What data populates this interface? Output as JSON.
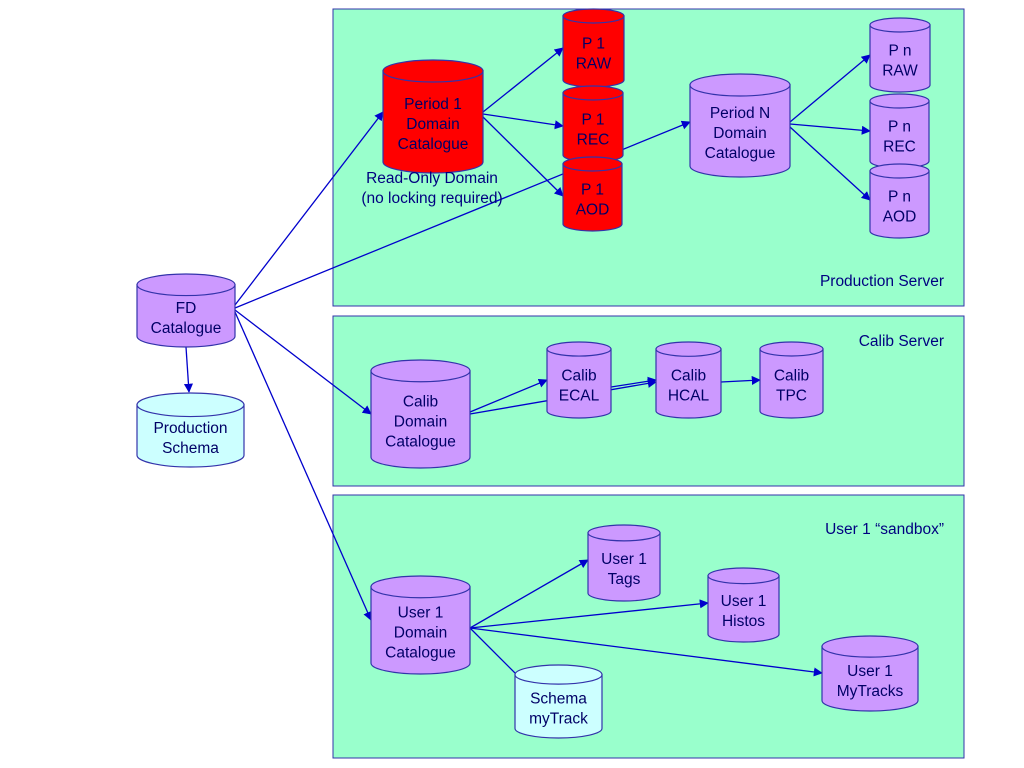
{
  "colors": {
    "panel_fill": "#99FFCC",
    "panel_border": "#3333AA",
    "purple_fill": "#CC99FF",
    "red_fill": "#FF0000",
    "cyan_fill": "#CCFFFF",
    "stroke": "#3333AA",
    "arrow": "#0000CC",
    "text": "#000066"
  },
  "panels": [
    {
      "id": "production",
      "title": "Production Server"
    },
    {
      "id": "calib",
      "title": "Calib Server"
    },
    {
      "id": "user",
      "title": "User 1 “sandbox”"
    }
  ],
  "nodes": [
    {
      "id": "fd",
      "lines": [
        "FD",
        "Catalogue"
      ],
      "color": "purple"
    },
    {
      "id": "prod_schema",
      "lines": [
        "Production",
        "Schema"
      ],
      "color": "cyan"
    },
    {
      "id": "period1",
      "lines": [
        "Period 1",
        "Domain",
        "Catalogue"
      ],
      "color": "red"
    },
    {
      "id": "p1raw",
      "lines": [
        "P 1",
        "RAW"
      ],
      "color": "red"
    },
    {
      "id": "p1rec",
      "lines": [
        "P 1",
        "REC"
      ],
      "color": "red"
    },
    {
      "id": "p1aod",
      "lines": [
        "P 1",
        "AOD"
      ],
      "color": "red"
    },
    {
      "id": "periodn",
      "lines": [
        "Period N",
        "Domain",
        "Catalogue"
      ],
      "color": "purple"
    },
    {
      "id": "pnraw",
      "lines": [
        "P n",
        "RAW"
      ],
      "color": "purple"
    },
    {
      "id": "pnrec",
      "lines": [
        "P n",
        "REC"
      ],
      "color": "purple"
    },
    {
      "id": "pnaod",
      "lines": [
        "P n",
        "AOD"
      ],
      "color": "purple"
    },
    {
      "id": "calibdom",
      "lines": [
        "Calib",
        "Domain",
        "Catalogue"
      ],
      "color": "purple"
    },
    {
      "id": "ecal",
      "lines": [
        "Calib",
        "ECAL"
      ],
      "color": "purple"
    },
    {
      "id": "hcal",
      "lines": [
        "Calib",
        "HCAL"
      ],
      "color": "purple"
    },
    {
      "id": "tpc",
      "lines": [
        "Calib",
        "TPC"
      ],
      "color": "purple"
    },
    {
      "id": "userdom",
      "lines": [
        "User 1",
        "Domain",
        "Catalogue"
      ],
      "color": "purple"
    },
    {
      "id": "tags",
      "lines": [
        "User 1",
        "Tags"
      ],
      "color": "purple"
    },
    {
      "id": "histos",
      "lines": [
        "User 1",
        "Histos"
      ],
      "color": "purple"
    },
    {
      "id": "mytracks",
      "lines": [
        "User 1",
        "MyTracks"
      ],
      "color": "purple"
    },
    {
      "id": "schema_mytrack",
      "lines": [
        "Schema",
        "myTrack"
      ],
      "color": "cyan"
    }
  ],
  "annotations": [
    {
      "id": "readonly",
      "lines": [
        "Read-Only Domain",
        "(no locking required)"
      ]
    }
  ],
  "edges": [
    {
      "from": "fd",
      "to": "prod_schema"
    },
    {
      "from": "fd",
      "to": "period1"
    },
    {
      "from": "fd",
      "to": "periodn"
    },
    {
      "from": "fd",
      "to": "calibdom"
    },
    {
      "from": "fd",
      "to": "userdom"
    },
    {
      "from": "period1",
      "to": "p1raw"
    },
    {
      "from": "period1",
      "to": "p1rec"
    },
    {
      "from": "period1",
      "to": "p1aod"
    },
    {
      "from": "periodn",
      "to": "pnraw"
    },
    {
      "from": "periodn",
      "to": "pnrec"
    },
    {
      "from": "periodn",
      "to": "pnaod"
    },
    {
      "from": "calibdom",
      "to": "ecal"
    },
    {
      "from": "calibdom",
      "to": "hcal"
    },
    {
      "from": "hcal",
      "to": "tpc"
    },
    {
      "from": "userdom",
      "to": "tags"
    },
    {
      "from": "userdom",
      "to": "histos"
    },
    {
      "from": "userdom",
      "to": "mytracks"
    },
    {
      "from": "userdom",
      "to": "schema_mytrack"
    }
  ]
}
